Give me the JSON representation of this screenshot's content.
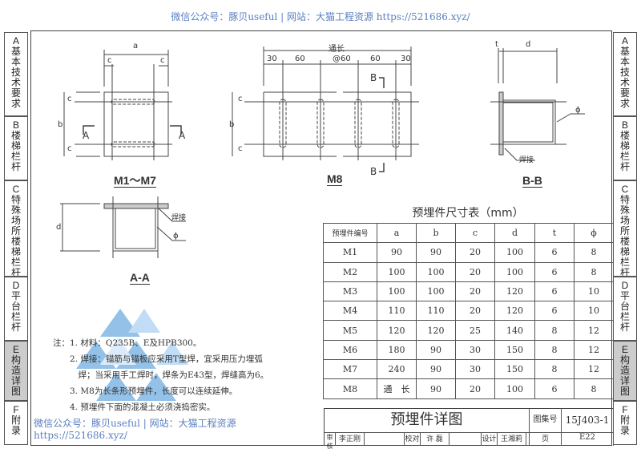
{
  "watermark": {
    "top": "微信公众号：豚贝useful  |  网站：大猫工程资源 https://521686.xyz/",
    "bottom": "微信公众号：豚贝useful  |  网站：大猫工程资源 https://521686.xyz/"
  },
  "side_tabs": [
    {
      "letter": "A",
      "text": "基本技术要求"
    },
    {
      "letter": "B",
      "text": "楼梯栏杆"
    },
    {
      "letter": "C",
      "text": "特殊场所楼梯栏杆"
    },
    {
      "letter": "D",
      "text": "平台栏杆"
    },
    {
      "letter": "E",
      "text": "构造详图",
      "active": true
    },
    {
      "letter": "F",
      "text": "附录"
    }
  ],
  "drawings": {
    "m1_m7": {
      "caption": "M1～M7",
      "a": "a",
      "b": "b",
      "c": "c",
      "section": "A"
    },
    "m8": {
      "caption": "M8",
      "overall": "通长",
      "dims": [
        "30",
        "60",
        "@60",
        "60",
        "30"
      ],
      "b": "b",
      "c": "c",
      "section": "B"
    },
    "aa": {
      "caption": "A-A",
      "d": "d",
      "weld": "焊接",
      "phi": "ϕ"
    },
    "bb": {
      "caption": "B-B",
      "t": "t",
      "d": "d",
      "weld": "焊接",
      "phi": "ϕ"
    }
  },
  "table": {
    "title": "预埋件尺寸表（mm）",
    "headers": [
      "预埋件编号",
      "a",
      "b",
      "c",
      "d",
      "t",
      "ϕ"
    ],
    "rows": [
      [
        "M1",
        "90",
        "90",
        "20",
        "100",
        "6",
        "8"
      ],
      [
        "M2",
        "100",
        "100",
        "20",
        "100",
        "6",
        "8"
      ],
      [
        "M3",
        "100",
        "100",
        "20",
        "120",
        "6",
        "10"
      ],
      [
        "M4",
        "110",
        "110",
        "20",
        "120",
        "6",
        "10"
      ],
      [
        "M5",
        "120",
        "120",
        "25",
        "140",
        "8",
        "12"
      ],
      [
        "M6",
        "180",
        "90",
        "30",
        "150",
        "8",
        "12"
      ],
      [
        "M7",
        "240",
        "90",
        "30",
        "150",
        "8",
        "12"
      ],
      [
        "M8",
        "通　长",
        "90",
        "20",
        "100",
        "6",
        "8"
      ]
    ]
  },
  "notes": [
    "注：1. 材料：Q235B、E及HPB300。",
    "　　2. 焊接：锚筋与锚板应采用T型焊，宜采用压力埋弧",
    "　　　焊；当采用手工焊时，焊条为E43型，焊缝高为6。",
    "　　3. M8为长条形预埋件，长度可以连续延伸。",
    "　　4. 预埋件下面的混凝土必须浇捣密实。"
  ],
  "title_block": {
    "title": "预埋件详图",
    "atlas_label": "图集号",
    "atlas_no": "15J403-1",
    "page_label": "页",
    "page_no": "E22",
    "review_label": "审核",
    "reviewer": "李正刚",
    "check_label": "校对",
    "checker": "许 磊",
    "design_label": "设计",
    "designer": "王湘莉"
  },
  "colors": {
    "watermark": "#5a7fc0",
    "logo": "#3b8fd6",
    "active_tab": "#cccccc"
  }
}
